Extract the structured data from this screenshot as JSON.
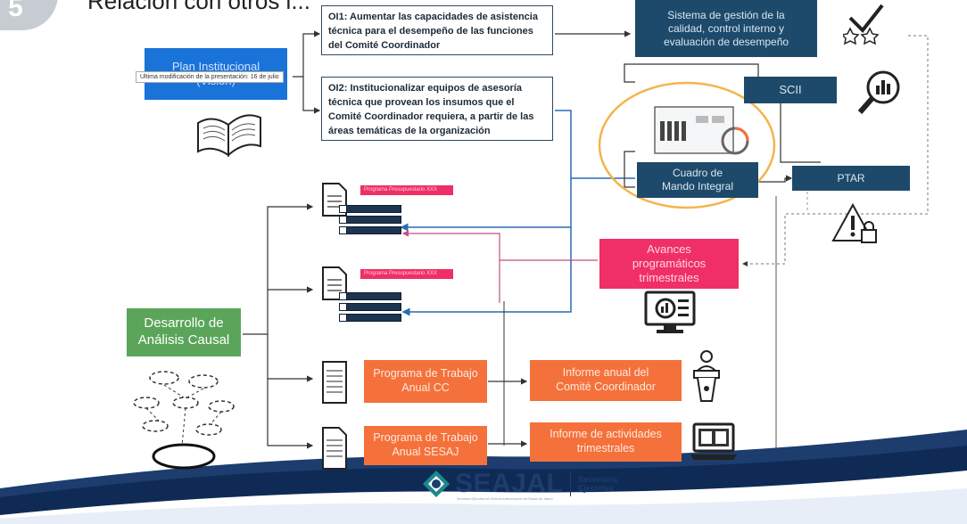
{
  "header": {
    "number": "5",
    "title": "Relación con otros i..."
  },
  "plan": {
    "label_top": "Plan Institucional",
    "label_bottom": "(Visión)",
    "tooltip": "Ultima modificación de la presentación: 16 de julio"
  },
  "objectives": {
    "oi1": "OI1: Aumentar las capacidades de asistencia técnica para el desempeño de las funciones del Comité Coordinador",
    "oi2": "OI2: Institucionalizar equipos de asesoría técnica que provean los insumos que el Comité Coordinador requiera, a partir de las áreas temáticas de la organización"
  },
  "right_boxes": {
    "sgc": "Sistema de gestión de la calidad, control interno y evaluación de desempeño",
    "scii": "SCII",
    "cmi": "Cuadro de Mando Integral",
    "ptar": "PTAR",
    "avances": "Avances programáticos trimestrales"
  },
  "programs": {
    "pp1": "Programa Presupuestario XXX",
    "pp2": "Programa Presupuestario XXX"
  },
  "analysis": {
    "label": "Desarrollo de Análisis Causal"
  },
  "work": {
    "cc": "Programa de Trabajo Anual CC",
    "sesaj": "Programa de Trabajo Anual SESAJ",
    "informe_cc": "Informe anual del Comité Coordinador",
    "informe_act": "Informe de actividades trimestrales"
  },
  "footer": {
    "logo": "SEAJAL",
    "subtitle_1": "Secretaría",
    "subtitle_2": "Ejecutiva",
    "tagline": "Secretaría Ejecutiva del Sistema Anticorrupción del Estado de Jalisco"
  },
  "colors": {
    "navy": "#1d4a6b",
    "pink": "#ef2f66",
    "orange": "#f4713c",
    "green": "#5aa55a",
    "plan_blue": "#1a73d9",
    "highlight": "#f3b54a"
  }
}
